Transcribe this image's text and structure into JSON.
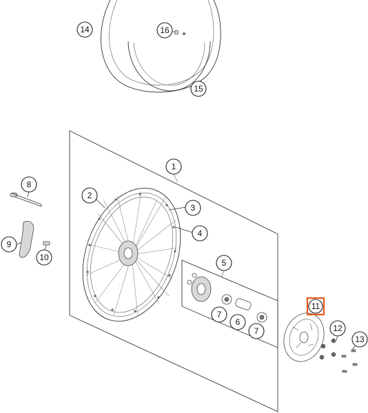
{
  "diagram": {
    "highlight_color": "#e8581c",
    "callouts": [
      {
        "id": "14",
        "label": "14"
      },
      {
        "id": "16",
        "label": "16"
      },
      {
        "id": "15",
        "label": "15"
      },
      {
        "id": "1",
        "label": "1"
      },
      {
        "id": "8",
        "label": "8"
      },
      {
        "id": "2",
        "label": "2"
      },
      {
        "id": "3",
        "label": "3"
      },
      {
        "id": "4",
        "label": "4"
      },
      {
        "id": "9",
        "label": "9"
      },
      {
        "id": "10",
        "label": "10"
      },
      {
        "id": "5",
        "label": "5"
      },
      {
        "id": "11",
        "label": "11",
        "highlighted": true
      },
      {
        "id": "12",
        "label": "12"
      },
      {
        "id": "13",
        "label": "13"
      },
      {
        "id": "7a",
        "label": "7"
      },
      {
        "id": "6",
        "label": "6"
      },
      {
        "id": "7b",
        "label": "7"
      }
    ]
  }
}
